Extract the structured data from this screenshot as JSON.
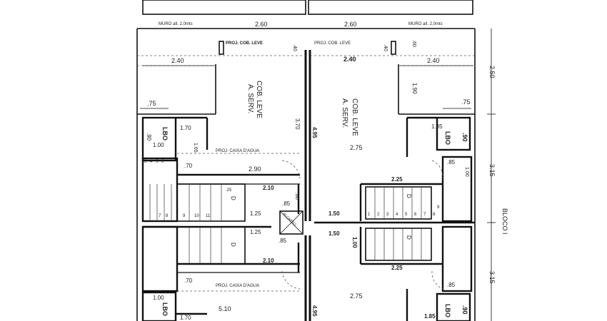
{
  "plan": {
    "block_label": "BLOCO I",
    "left_unit": {
      "muro_note": "MURO alt. 2,0mts",
      "proj_cob": "PROJ. COB. LEVE",
      "cob_leve": "COB. LEVE",
      "a_serv": "A. SERV.",
      "proj_caixa": "PROJ. CAIXA D'AGUA",
      "lbo": "LBO",
      "dims": {
        "d_260": "2.60",
        "d_240": "2.40",
        "d_75": ".75",
        "d_170": "1.70",
        "d_90": ".90",
        "d_100": "1.00",
        "d_65": "1.65",
        "d_70": ".70",
        "d_290": "2.90",
        "d_210": "2.10",
        "d_85": ".85",
        "d_80": ".80",
        "d_125": "1.25",
        "d_370": "3.70",
        "d_25": ".25",
        "d_510": "5.10"
      },
      "stair_letter": "D",
      "stair_steps": [
        "3",
        "4",
        "5",
        "6",
        "7",
        "8",
        "9",
        "10",
        "11"
      ]
    },
    "right_unit": {
      "muro_note": "MURO alt. 2,0mts",
      "proj_cob": "PROJ. COB. LEVE",
      "cob_leve": "COB. LEVE",
      "a_serv": "A. SERV.",
      "lbo": "LBO",
      "dims": {
        "d_260": "2.60",
        "d_240": "2.40",
        "d_240b": "2.40",
        "d_40": ".40",
        "d_60": ".60",
        "d_190": "1.90",
        "d_75": ".75",
        "d_185": "1.85",
        "d_90": ".90",
        "d_275": "2.75",
        "d_225": "2.25",
        "d_85": ".85",
        "d_100": "1.00",
        "d_150": "1.50",
        "d_495": "4.95",
        "d_250": "2.50",
        "d_315": "3.15"
      },
      "stair_letter": "D",
      "stair_steps": [
        "1",
        "2",
        "3",
        "4",
        "5",
        "6",
        "7",
        "8",
        "9"
      ]
    },
    "center_note": "ALÇAPÃO"
  }
}
